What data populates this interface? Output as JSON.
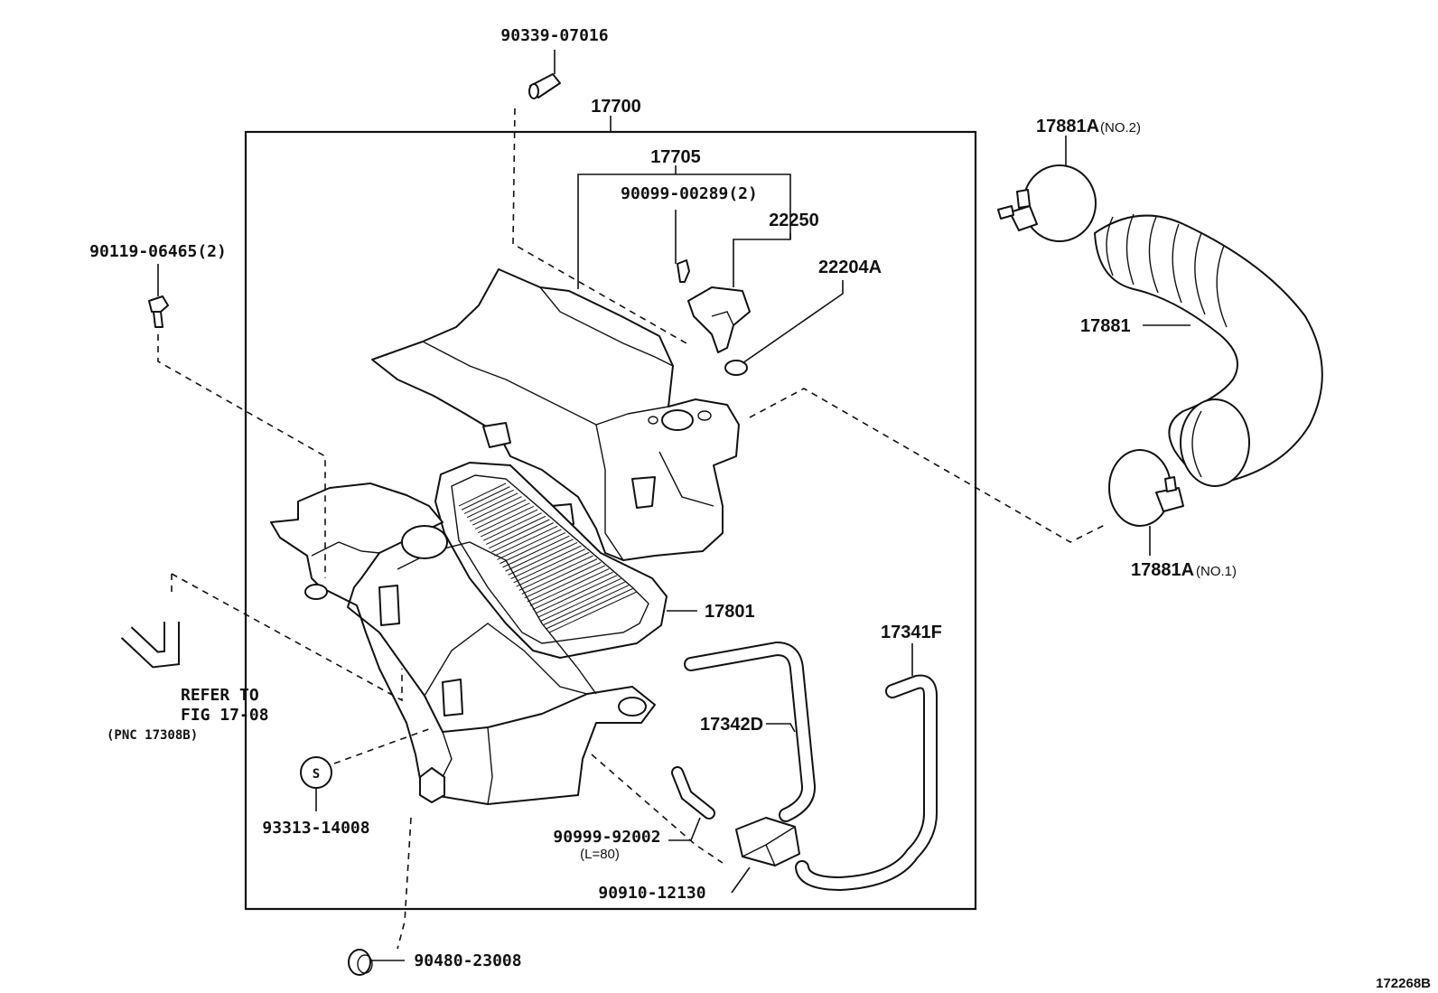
{
  "diagram": {
    "assembly_label": "17700",
    "figure_code": "172268B"
  },
  "parts": {
    "p90339": "90339-07016",
    "p17705": "17705",
    "p90099": "90099-00289(2)",
    "p22250": "22250",
    "p22204A": "22204A",
    "p90119": "90119-06465(2)",
    "p17881A_no2": "17881A",
    "p17881A_no2_note": "(NO.2)",
    "p17881": "17881",
    "p17881A_no1": "17881A",
    "p17881A_no1_note": "(NO.1)",
    "p17801": "17801",
    "p17341F": "17341F",
    "p17342D": "17342D",
    "p93313": "93313-14008",
    "seal_symbol": "S",
    "p90999": "90999-92002",
    "p90999_note": "(L=80)",
    "p90910": "90910-12130",
    "p90480": "90480-23008"
  },
  "reference": {
    "line1": "REFER TO",
    "line2": "FIG 17-08",
    "line3": "(PNC 17308B)"
  }
}
